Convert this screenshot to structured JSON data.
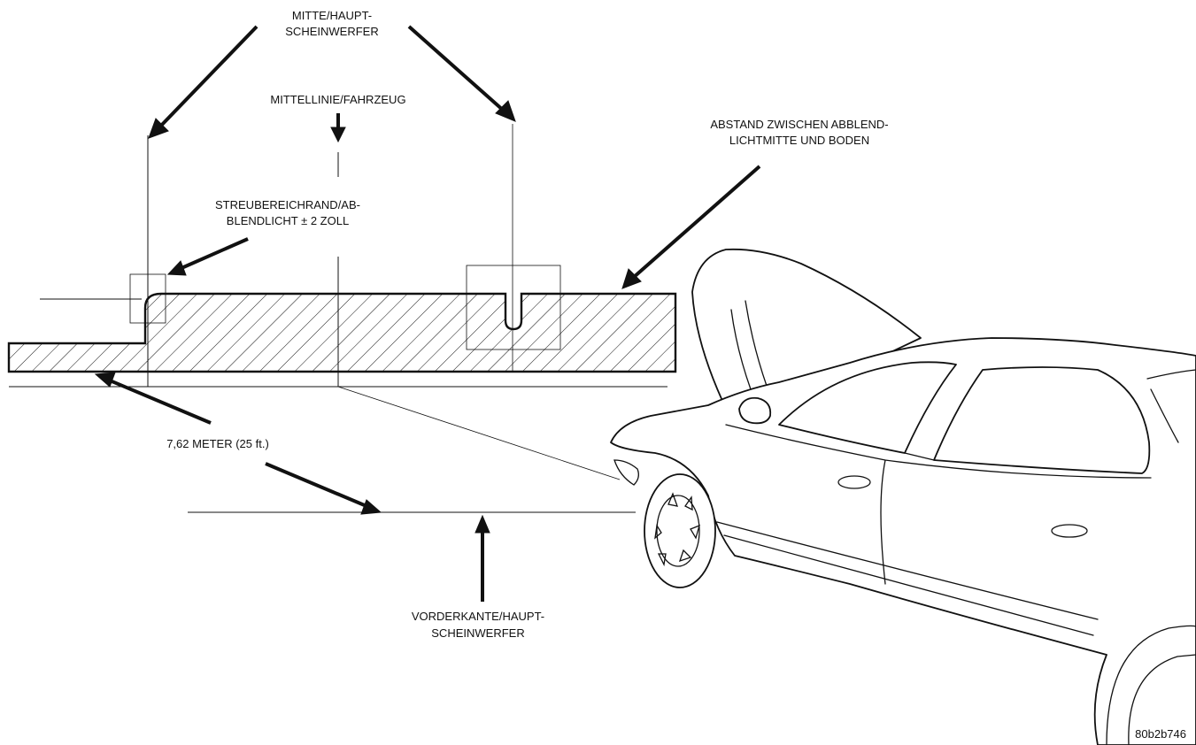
{
  "labels": {
    "center_headlamp_line1": "MITTE/HAUPT-",
    "center_headlamp_line2": "SCHEINWERFER",
    "vehicle_centerline": "MITTELLINIE/FAHRZEUG",
    "distance_ground_line1": "ABSTAND ZWISCHEN ABBLEND-",
    "distance_ground_line2": "LICHTMITTE UND BODEN",
    "edge_lowbeam_line1": "STREUBEREICHRAND/AB-",
    "edge_lowbeam_line2": "BLENDLICHT ± 2 ZOLL",
    "distance": "7,62 METER (25 ft.)",
    "front_edge_line1": "VORDERKANTE/HAUPT-",
    "front_edge_line2": "SCHEINWERFER",
    "figure_id": "80b2b746"
  },
  "colors": {
    "ink": "#111111",
    "background": "#ffffff"
  }
}
